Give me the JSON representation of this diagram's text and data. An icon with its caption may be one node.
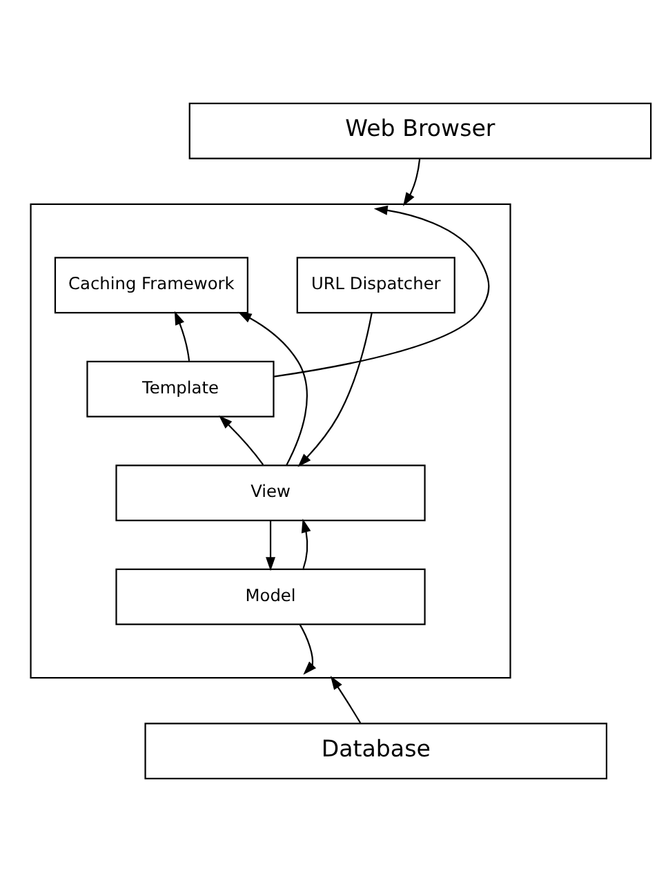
{
  "diagram": {
    "nodes": [
      {
        "text": [
          "Web Browser"
        ]
      },
      {
        "text": [],
        "shape": "box"
      },
      {
        "text": [
          "Caching Framework"
        ],
        "in": 1
      },
      {
        "text": [
          "URL Dispatcher"
        ],
        "in": 1
      },
      {
        "text": [
          "Template"
        ],
        "in": 1
      },
      {
        "text": [
          "View"
        ],
        "in": 1
      },
      {
        "text": [
          "Model"
        ],
        "in": 1
      },
      {
        "text": [
          "Database"
        ]
      }
    ],
    "edges": [
      {
        "from": 0,
        "to": 1,
        "arrow": "to"
      },
      {
        "from": 4,
        "to": 1,
        "arrow": "to"
      },
      {
        "from": 5,
        "to": 2,
        "arrow": "to"
      },
      {
        "from": 4,
        "to": 2,
        "arrow": "to"
      },
      {
        "from": 5,
        "to": 4,
        "arrow": "to"
      },
      {
        "from": 3,
        "to": 5,
        "arrow": "to"
      },
      {
        "from": 5,
        "to": 6,
        "arrow": "to"
      },
      {
        "from": 6,
        "to": 5,
        "arrow": "to"
      },
      {
        "from": 6,
        "to": 1,
        "arrow": "to"
      },
      {
        "from": 7,
        "to": 1,
        "arrow": "to"
      }
    ]
  }
}
